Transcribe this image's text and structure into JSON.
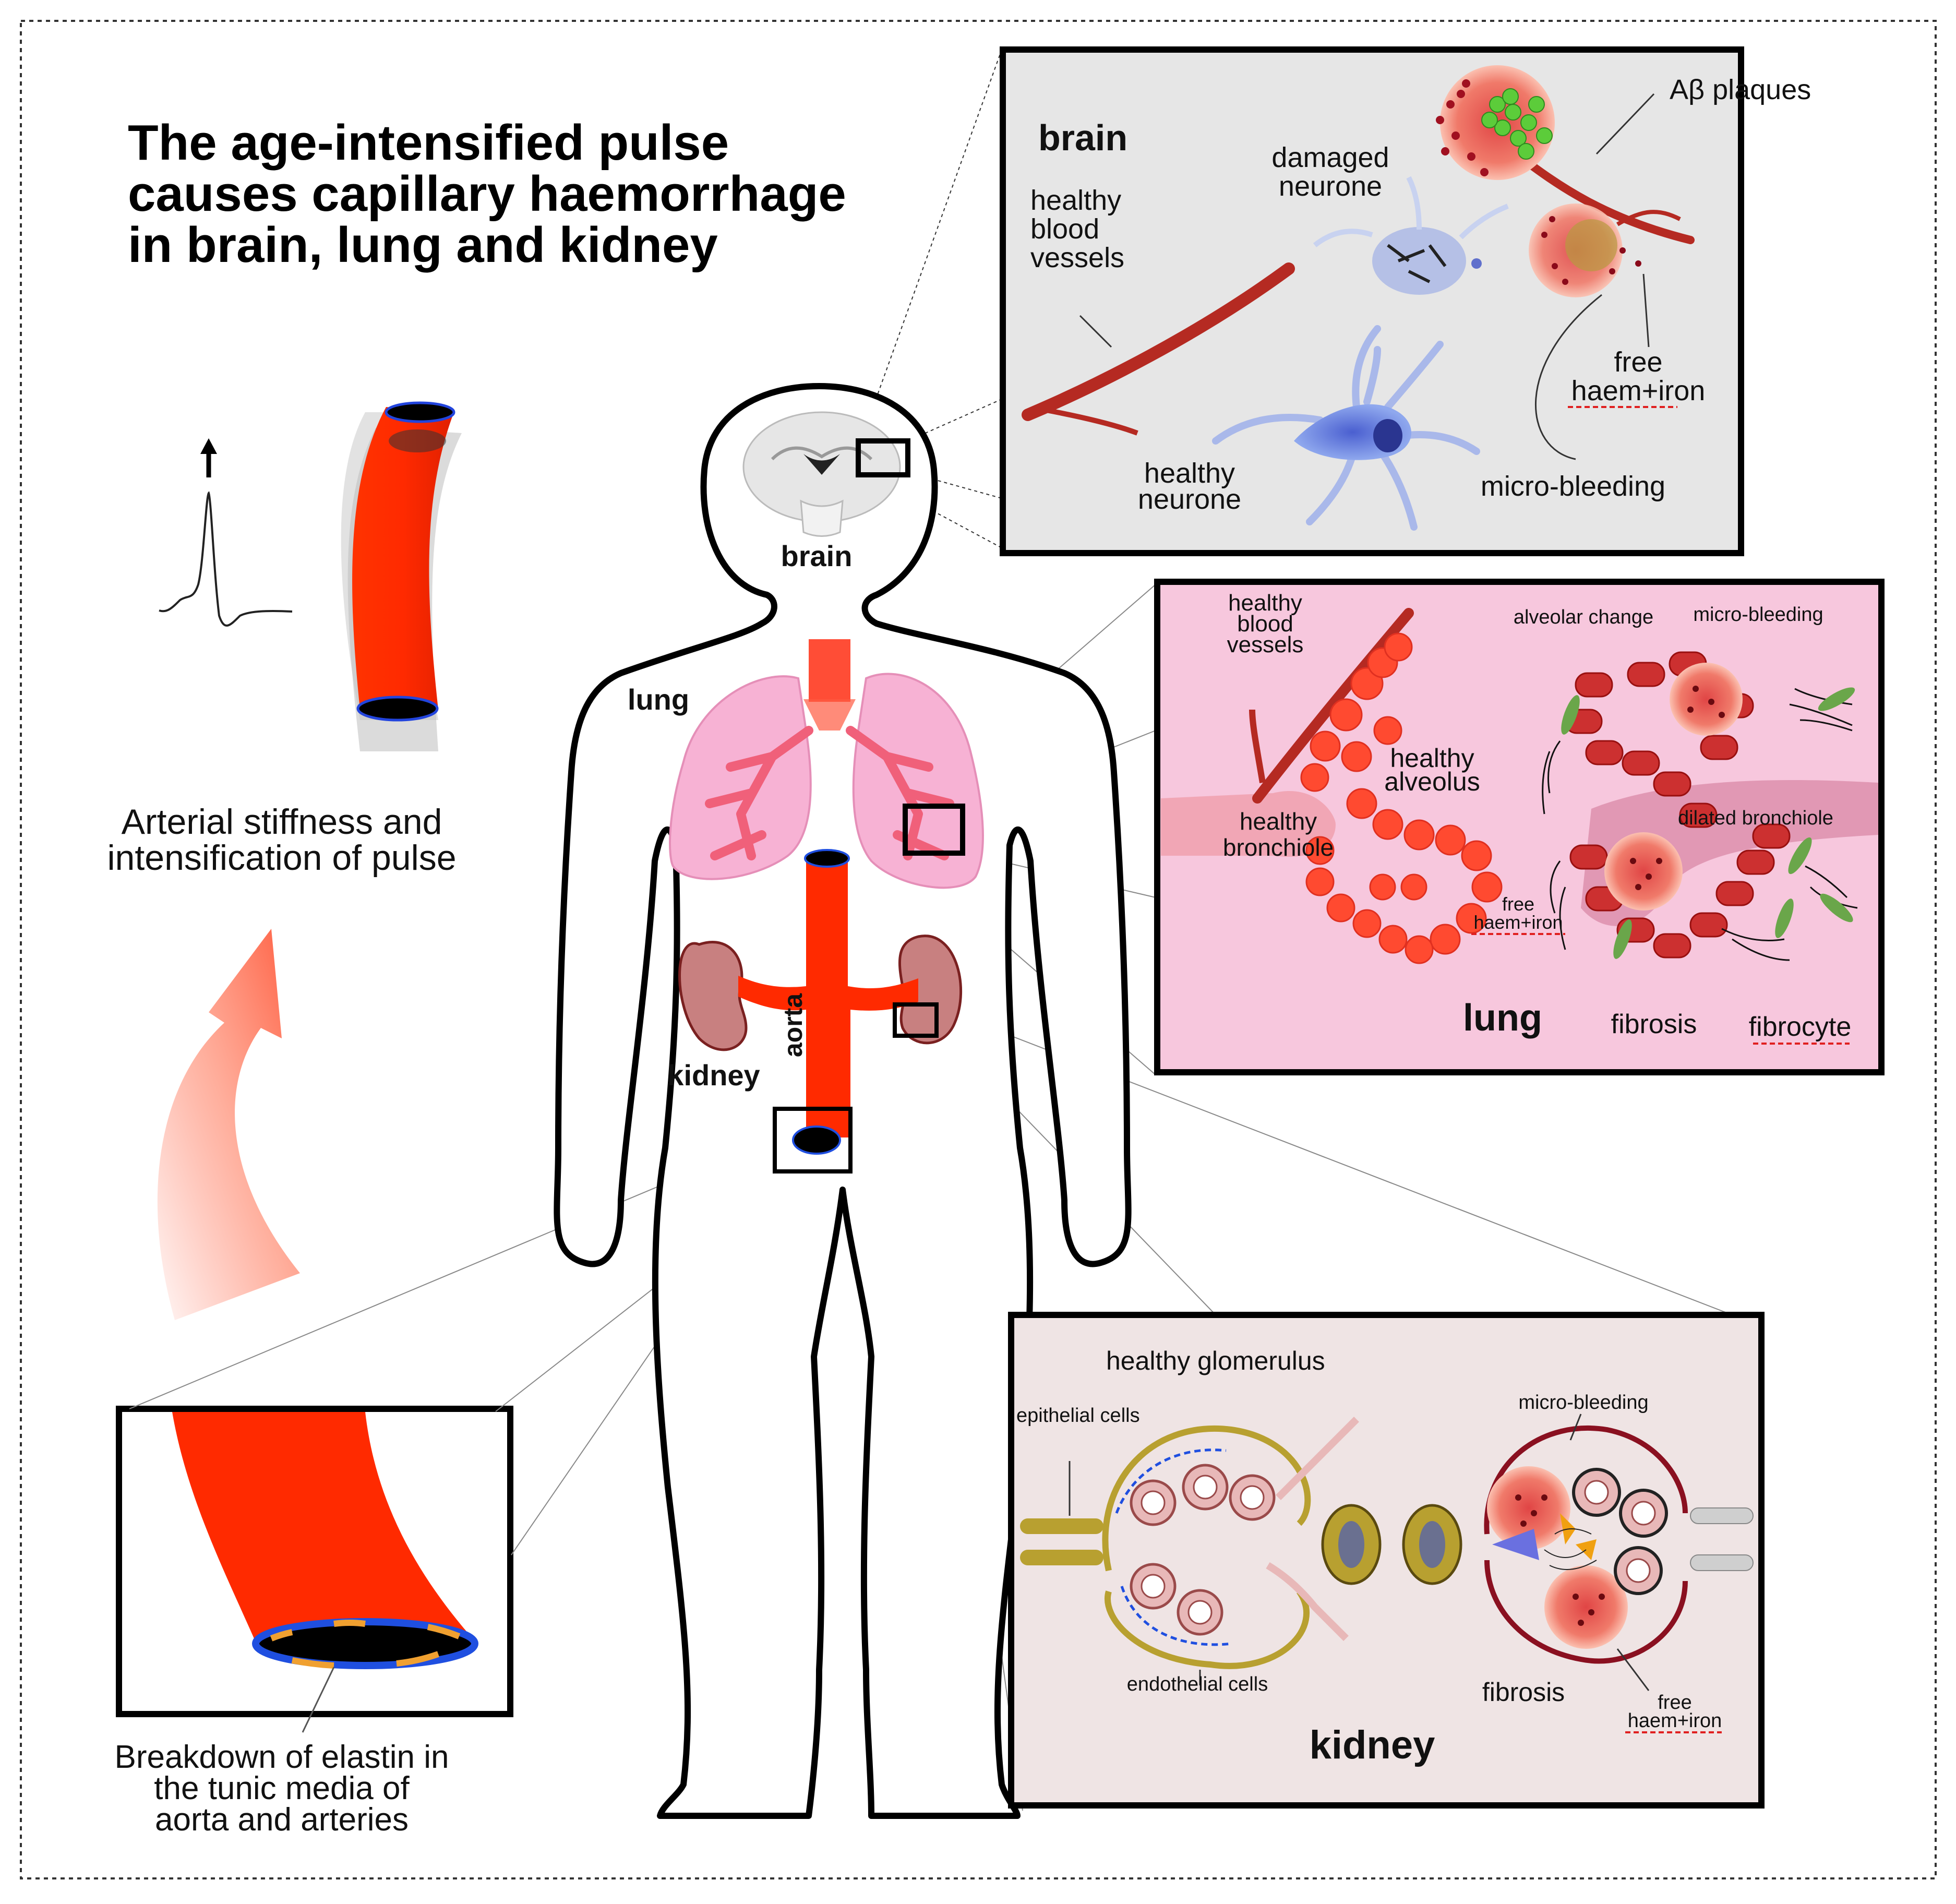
{
  "title": {
    "line1": "The age-intensified pulse",
    "line2": "causes capillary haemorrhage",
    "line3": "in brain, lung and kidney"
  },
  "left": {
    "stiffness_line1": "Arterial stiffness and",
    "stiffness_line2": "intensification of pulse",
    "elastin_line1": "Breakdown of elastin in",
    "elastin_line2": "the tunic media  of",
    "elastin_line3": "aorta and arteries"
  },
  "body_labels": {
    "brain": "brain",
    "lung": "lung",
    "kidney": "kidney",
    "aorta": "aorta"
  },
  "brain_panel": {
    "title": "brain",
    "ab_plaques": "Aβ plaques",
    "damaged_neurone_1": "damaged",
    "damaged_neurone_2": "neurone",
    "healthy_vessels_1": "healthy",
    "healthy_vessels_2": "blood",
    "healthy_vessels_3": "vessels",
    "free_1": "free",
    "free_2": "haem+iron",
    "healthy_neurone_1": "healthy",
    "healthy_neurone_2": "neurone",
    "micro_bleeding": "micro-bleeding"
  },
  "lung_panel": {
    "title": "lung",
    "healthy_vessels_1": "healthy",
    "healthy_vessels_2": "blood",
    "healthy_vessels_3": "vessels",
    "alveolar_change": "alveolar change",
    "micro_bleeding": "micro-bleeding",
    "healthy_alveolus_1": "healthy",
    "healthy_alveolus_2": "alveolus",
    "healthy_bronchiole_1": "healthy",
    "healthy_bronchiole_2": "bronchiole",
    "dilated_bronchiole": "dilated bronchiole",
    "free_1": "free",
    "free_2": "haem+iron",
    "fibrosis": "fibrosis",
    "fibrocyte": "fibrocyte"
  },
  "kidney_panel": {
    "title": "kidney",
    "healthy_glomerulus": "healthy glomerulus",
    "epithelial_cells": "epithelial cells",
    "micro_bleeding": "micro-bleeding",
    "endothelial_cells": "endothelial cells",
    "fibrosis": "fibrosis",
    "free_1": "free",
    "free_2": "haem+iron"
  },
  "colors": {
    "aorta_red": "#ff2a00",
    "vessel_dark_red": "#b52a22",
    "lung_pink": "#f7b2d4",
    "lung_bronchi": "#f0607a",
    "kidney_mauve": "#c88080",
    "brain_panel_bg": "#e6e6e6",
    "lung_panel_bg": "#f7c7dd",
    "kidney_panel_bg": "#efe4e4",
    "plaque_green": "#5ccc3a",
    "elastin_blue": "#1f4fe0",
    "elastin_orange": "#f0a030"
  },
  "icons": [
    "up-arrow-icon",
    "pulse-wave-icon",
    "curved-arrow-icon",
    "brain-icon",
    "lungs-icon",
    "kidney-icon",
    "neurone-icon",
    "glomerulus-icon"
  ]
}
